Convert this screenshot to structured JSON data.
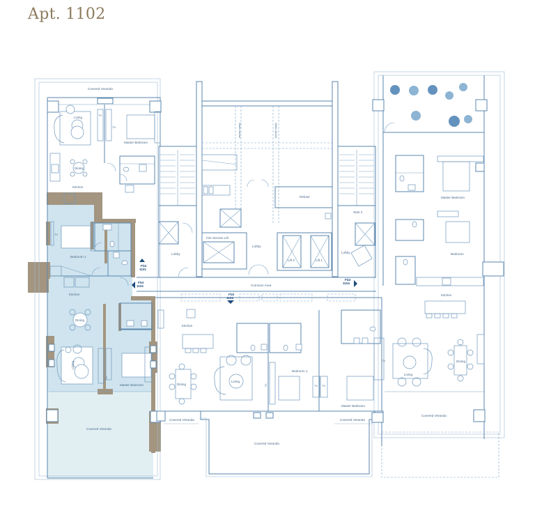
{
  "title": "Apt. 1102",
  "colors": {
    "title": "#8c7b5c",
    "line": "#5a86ad",
    "highlight_interior": "#cfe4ee",
    "highlight_veranda": "#e1eff3",
    "structure": "#a39580",
    "flat_marker": "#1d4a7a"
  },
  "west_unit_upper": {
    "labels": {
      "veranda": "Covered Veranda",
      "living": "Living",
      "master_bedroom": "Master Bedroom",
      "dining": "Dining",
      "kitchen": "Kitchen",
      "tv1": "TV",
      "tv2": "TV"
    }
  },
  "apt_1102": {
    "labels": {
      "bedroom1": "Bedroom 1",
      "tv_bed": "TV",
      "kitchen": "Kitchen",
      "dining": "Dining",
      "living": "Living",
      "tv_a": "TV",
      "master_bedroom": "Master Bedroom",
      "veranda": "Covered Veranda"
    }
  },
  "core": {
    "labels": {
      "stairs_above_1": "Stairs above",
      "stairs_above_2": "Stairs above",
      "refuse": "Refuse",
      "fire_service_lift": "Fire Service Lift",
      "lobby_center": "Lobby",
      "lobby_left": "Lobby",
      "lobby_right": "Lobby",
      "lift2": "Lift 2",
      "lift1": "Lift 1",
      "stair2": "Stair 2",
      "common_area": "Common Area"
    }
  },
  "flat_markers": [
    {
      "label": "Flat",
      "number": "1101"
    },
    {
      "label": "Flat",
      "number": "1102"
    },
    {
      "label": "Flat",
      "number": "1103"
    },
    {
      "label": "Flat",
      "number": "1104"
    }
  ],
  "south_unit": {
    "labels": {
      "kitchen": "Kitchen",
      "dining": "Dining",
      "living": "Living",
      "bedroom1": "Bedroom 1",
      "tv_b": "TV",
      "tv1": "TV",
      "tv2": "TV",
      "master_bedroom": "Master Bedroom",
      "veranda_left": "Covered Veranda",
      "veranda_center": "Covered Veranda",
      "veranda_right": "Covered Veranda"
    }
  },
  "east_unit": {
    "labels": {
      "master_bedroom": "Master Bedroom",
      "bedroom": "Bedroom",
      "kitchen": "Kitchen",
      "tv": "TV",
      "living": "Living",
      "dining": "Dining",
      "veranda": "Covered Veranda"
    }
  }
}
